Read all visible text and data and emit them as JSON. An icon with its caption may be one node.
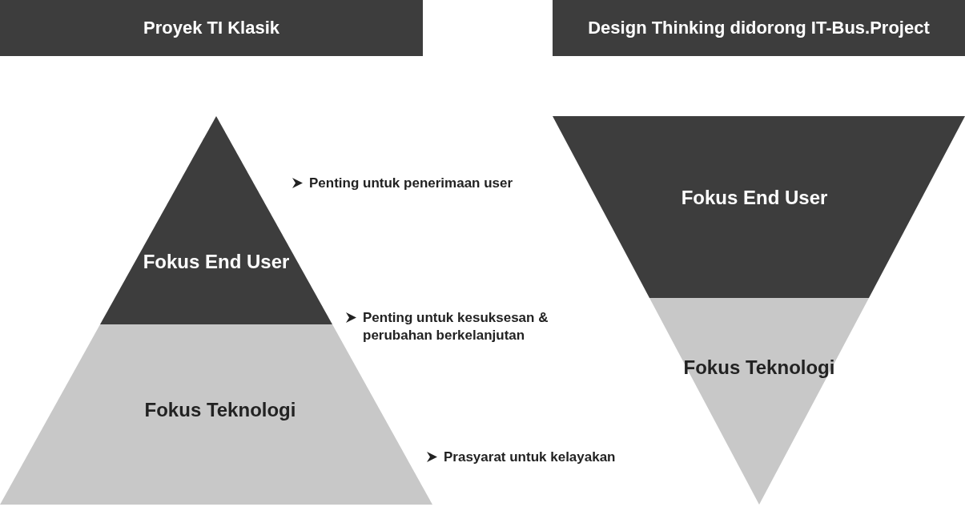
{
  "diagram": {
    "nodes": [
      {
        "text": [
          "Proyek TI Klasik"
        ]
      },
      {
        "text": [
          "Fokus End User"
        ]
      },
      {
        "text": [
          "Fokus Teknologi"
        ]
      },
      {
        "text": [
          "Design Thinking didorong IT-Bus.Project"
        ]
      },
      {
        "text": [
          "Fokus End User"
        ]
      },
      {
        "text": [
          "Fokus Teknologi"
        ]
      }
    ],
    "edges": [],
    "labels": [
      "Penting untuk penerimaan user",
      "Penting untuk kesuksesan & perubahan berkelanjutan",
      "Prasyarat untuk kelayakan"
    ]
  }
}
